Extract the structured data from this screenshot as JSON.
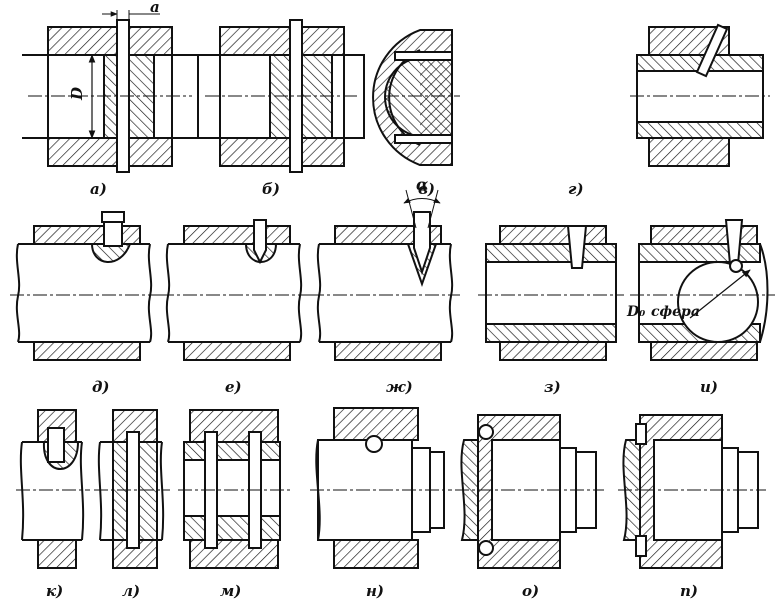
{
  "captions": {
    "a": "а)",
    "b": "б)",
    "v": "в)",
    "g": "г)",
    "d": "д)",
    "e": "е)",
    "zh": "ж)",
    "z": "з)",
    "i": "и)",
    "k": "к)",
    "l": "л)",
    "m": "м)",
    "n": "н)",
    "o": "о)",
    "p": "п)"
  },
  "dimensions": {
    "a_gap": "a",
    "diameter": "D",
    "angle": "α",
    "sphere_d0": "D₀",
    "sphere_word": "сфера"
  },
  "colors": {
    "ink": "#111111",
    "background": "#ffffff"
  }
}
